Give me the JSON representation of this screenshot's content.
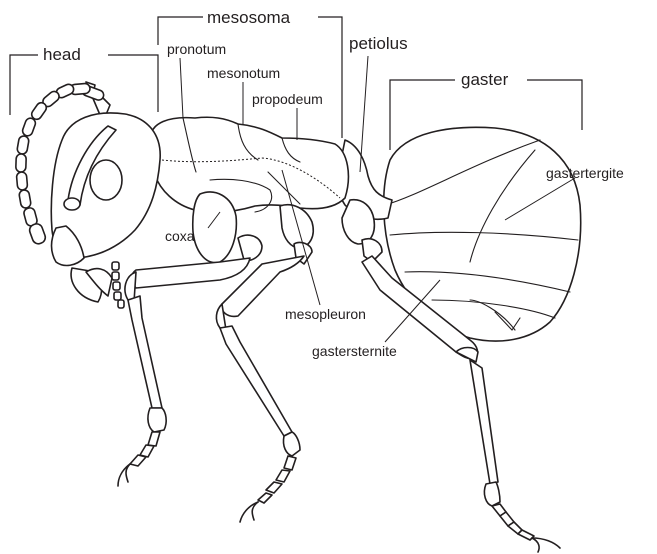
{
  "labels": {
    "head": "head",
    "mesosoma": "mesosoma",
    "pronotum": "pronotum",
    "mesonotum": "mesonotum",
    "propodeum": "propodeum",
    "petiolus": "petiolus",
    "gaster": "gaster",
    "gastertergite": "gastertergite",
    "coxa": "coxa",
    "mesopleuron": "mesopleuron",
    "gastersternite": "gastersternite"
  },
  "colors": {
    "ink": "#231f20",
    "background": "#ffffff"
  }
}
